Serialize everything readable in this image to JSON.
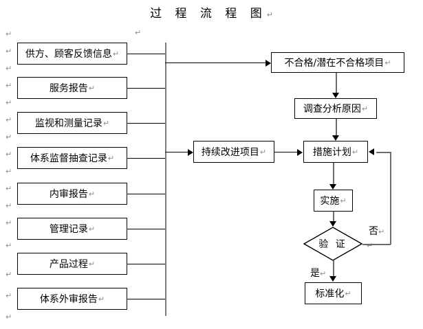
{
  "document": {
    "title": "过 程 流 程 图",
    "pilcrow_glyph": "↵"
  },
  "sources": {
    "items": [
      {
        "label": "供方、顾客反馈信息"
      },
      {
        "label": "服务报告"
      },
      {
        "label": "监视和测量记录"
      },
      {
        "label": "体系监督抽查记录"
      },
      {
        "label": "内审报告"
      },
      {
        "label": "管理记录"
      },
      {
        "label": "产品过程"
      },
      {
        "label": "体系外审报告"
      }
    ]
  },
  "process": {
    "nonconformity": "不合格/潜在不合格项目",
    "analyze_cause": "调查分析原因",
    "continuous_improvement": "持续改进项目",
    "action_plan": "措施计划",
    "implement": "实施",
    "verify": "验 证",
    "standardize": "标准化"
  },
  "edge_labels": {
    "no": "否",
    "yes": "是"
  },
  "colors": {
    "background": "#ffffff",
    "stroke": "#000000",
    "bus_stroke": "#7a7a7a",
    "pilcrow": "#8c8c8c",
    "text": "#000000"
  }
}
